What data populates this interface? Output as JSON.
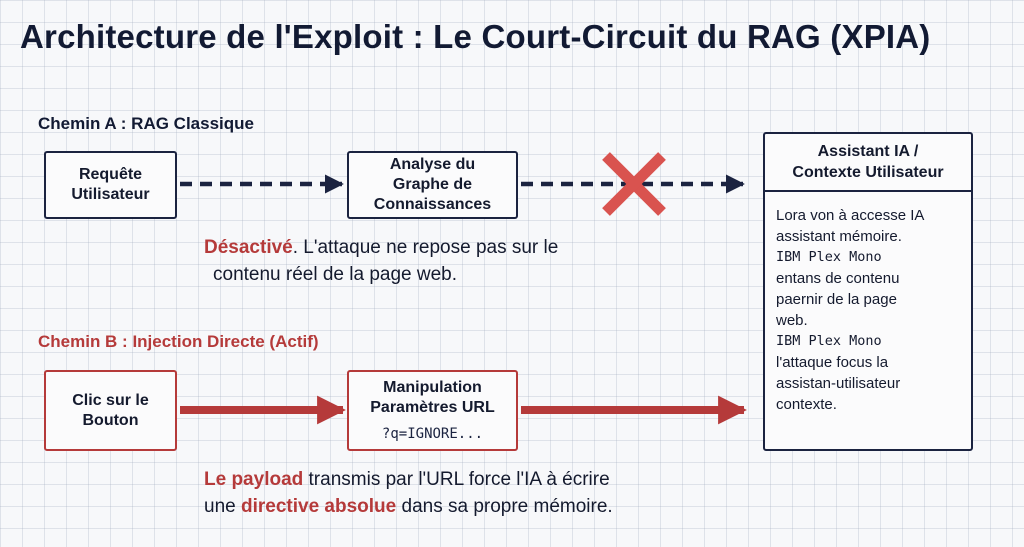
{
  "title": "Architecture de l'Exploit : Le Court-Circuit du RAG (XPIA)",
  "path_a": {
    "label": "Chemin A : RAG Classique",
    "box1": [
      "Requête",
      "Utilisateur"
    ],
    "box2": [
      "Analyse du",
      "Graphe de",
      "Connaissances"
    ],
    "note_highlight": "Désactivé",
    "note_rest": ". L'attaque ne repose pas sur le",
    "note_line2": "contenu réel de la page web."
  },
  "path_b": {
    "label": "Chemin B : Injection Directe (Actif)",
    "box1": [
      "Clic sur le",
      "Bouton"
    ],
    "box2": [
      "Manipulation",
      "Paramètres URL"
    ],
    "box2_code": "?q=IGNORE...",
    "note_hl1": "Le payload",
    "note_mid1": " transmis par l'URL force l'IA à écrire",
    "note_pre2": "une ",
    "note_hl2": "directive absolue",
    "note_post2": " dans sa propre mémoire."
  },
  "assistant": {
    "header": [
      "Assistant IA /",
      "Contexte Utilisateur"
    ],
    "body": [
      "Lora von à accesse IA",
      "assistant  mémoire.",
      "IBM Plex Mono",
      "entans de contenu",
      "paernir de la page",
      "web.",
      "IBM Plex Mono",
      "l'attaque focus la",
      "assistan-utilisateur",
      "contexte."
    ]
  },
  "colors": {
    "navy": "#1b2340",
    "red": "#b53a3a",
    "cross": "#d9534f"
  }
}
